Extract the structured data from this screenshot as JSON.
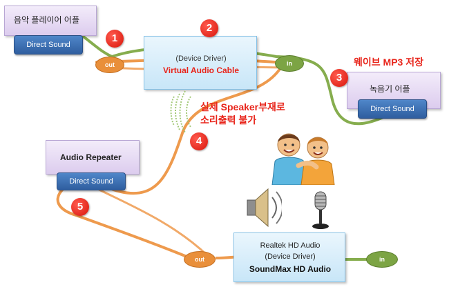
{
  "nodes": {
    "music_player": {
      "title": "음악 플레이어 어플",
      "interface": "Direct Sound"
    },
    "virtual_driver": {
      "subtitle": "(Device Driver)",
      "title": "Virtual Audio Cable"
    },
    "recorder": {
      "title": "녹음기 어플",
      "interface": "Direct Sound"
    },
    "audio_repeater": {
      "title": "Audio Repeater",
      "interface": "Direct Sound"
    },
    "hd_driver": {
      "line1": "Realtek HD Audio",
      "line2": "(Device Driver)",
      "line3": "SoundMax HD Audio"
    }
  },
  "ports": {
    "out": "out",
    "in": "in"
  },
  "steps": [
    "1",
    "2",
    "3",
    "4",
    "5"
  ],
  "annotations": {
    "save_wave": "웨이브 MP3 저장",
    "no_speaker_line1": "실제 Speaker부재로",
    "no_speaker_line2": "소리출력 불가"
  },
  "icons": [
    "sound-waves-icon",
    "children-icon",
    "speaker-icon",
    "microphone-icon"
  ],
  "colors": {
    "green_path": "#86ad4e",
    "orange_path": "#ee9a4d",
    "accent_red": "#e8251b"
  }
}
